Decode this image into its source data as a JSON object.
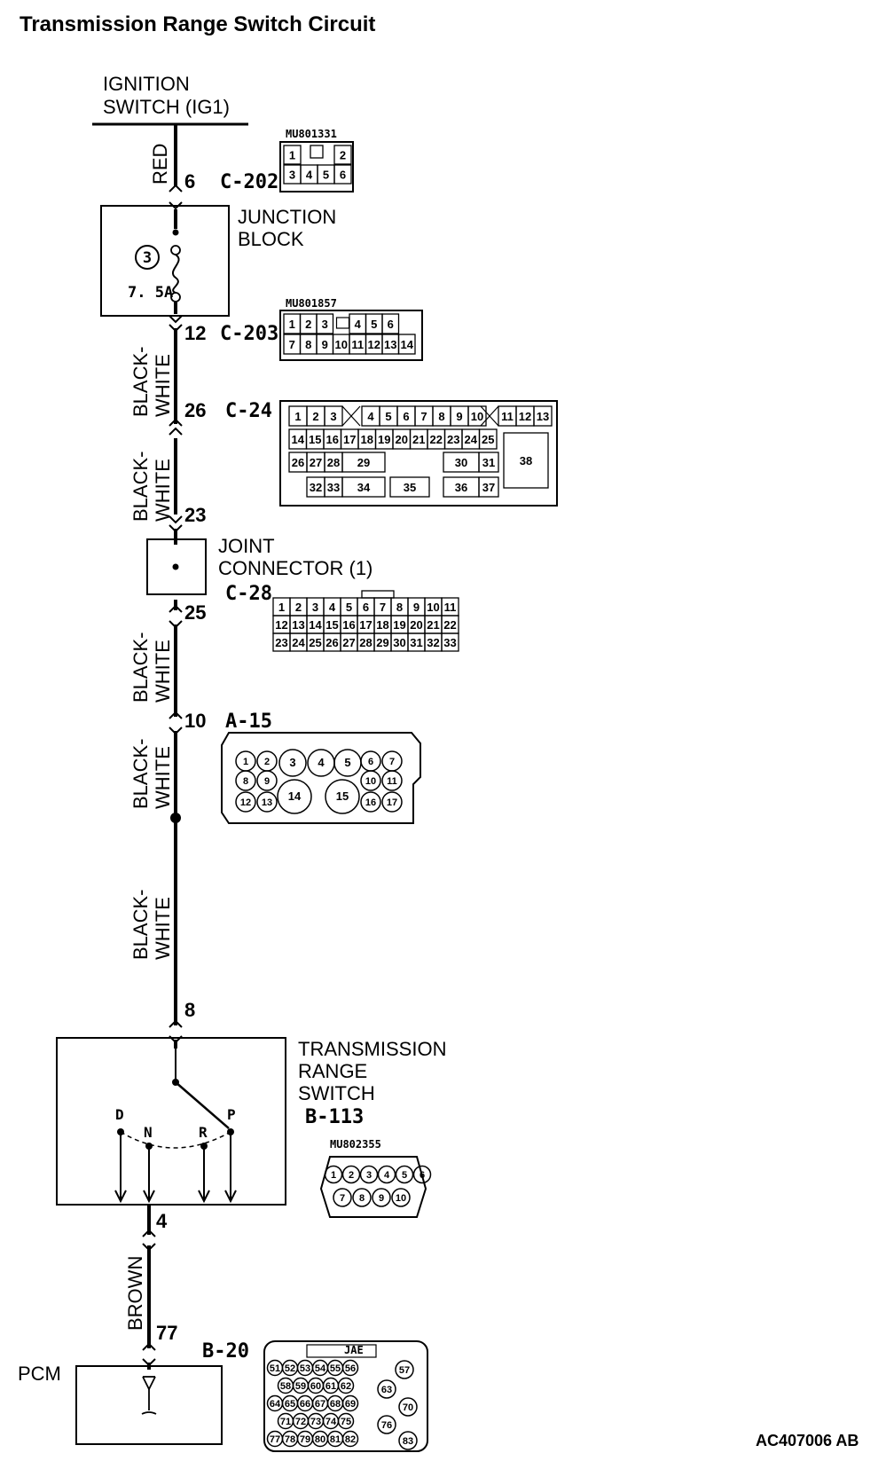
{
  "title": "Transmission Range Switch Circuit",
  "footer_code": "AC407006 AB",
  "power_source": {
    "line1": "IGNITION",
    "line2": "SWITCH (IG1)"
  },
  "junction_block": {
    "line1": "JUNCTION",
    "line2": "BLOCK",
    "fuse_number": "3",
    "fuse_rating": "7. 5A"
  },
  "joint_connector": {
    "line1": "JOINT",
    "line2": "CONNECTOR (1)"
  },
  "trs": {
    "line1": "TRANSMISSION",
    "line2": "RANGE",
    "line3": "SWITCH",
    "positions": {
      "d": "D",
      "n": "N",
      "r": "R",
      "p": "P"
    }
  },
  "pcm": {
    "label": "PCM"
  },
  "wires": {
    "red": "RED",
    "bw_part1": "BLACK-",
    "bw_part2": "WHITE",
    "brown": "BROWN"
  },
  "pins": {
    "c202": "6",
    "c203": "12",
    "c24": "26",
    "c24_b": "23",
    "c28": "25",
    "a15": "10",
    "b113": "8",
    "b113_out": "4",
    "b20": "77"
  },
  "connectors": {
    "c202": {
      "id": "C-202",
      "part": "MU801331",
      "rows": [
        [
          "1",
          "",
          "2"
        ],
        [
          "3",
          "4",
          "5",
          "6"
        ]
      ]
    },
    "c203": {
      "id": "C-203",
      "part": "MU801857",
      "rows": [
        [
          "1",
          "2",
          "3",
          "",
          "4",
          "5",
          "6"
        ],
        [
          "7",
          "8",
          "9",
          "10",
          "11",
          "12",
          "13",
          "14"
        ]
      ]
    },
    "c24": {
      "id": "C-24",
      "row1": [
        "1",
        "2",
        "3",
        "4",
        "5",
        "6",
        "7",
        "8",
        "9",
        "10",
        "11",
        "12",
        "13"
      ],
      "row2": [
        "14",
        "15",
        "16",
        "17",
        "18",
        "19",
        "20",
        "21",
        "22",
        "23",
        "24",
        "25"
      ],
      "row3": [
        "26",
        "27",
        "28",
        "29",
        "30",
        "31"
      ],
      "row4": [
        "32",
        "33",
        "34",
        "35",
        "36",
        "37"
      ],
      "big": "38"
    },
    "c28": {
      "id": "C-28",
      "rows": [
        [
          "1",
          "2",
          "3",
          "4",
          "5",
          "6",
          "7",
          "8",
          "9",
          "10",
          "11"
        ],
        [
          "12",
          "13",
          "14",
          "15",
          "16",
          "17",
          "18",
          "19",
          "20",
          "21",
          "22"
        ],
        [
          "23",
          "24",
          "25",
          "26",
          "27",
          "28",
          "29",
          "30",
          "31",
          "32",
          "33"
        ]
      ]
    },
    "a15": {
      "id": "A-15",
      "pins": [
        "1",
        "2",
        "3",
        "4",
        "5",
        "6",
        "7",
        "8",
        "9",
        "10",
        "11",
        "12",
        "13",
        "14",
        "15",
        "16",
        "17"
      ]
    },
    "b113": {
      "id": "B-113",
      "part": "MU802355",
      "rows": [
        [
          "1",
          "2",
          "3",
          "4",
          "5",
          "6"
        ],
        [
          "7",
          "8",
          "9",
          "10"
        ]
      ]
    },
    "b20": {
      "id": "B-20",
      "tag": "JAE",
      "rows": [
        [
          "51",
          "52",
          "53",
          "54",
          "55",
          "56"
        ],
        [
          "58",
          "59",
          "60",
          "61",
          "62"
        ],
        [
          "64",
          "65",
          "66",
          "67",
          "68",
          "69"
        ],
        [
          "71",
          "72",
          "73",
          "74",
          "75"
        ],
        [
          "77",
          "78",
          "79",
          "80",
          "81",
          "82"
        ]
      ],
      "side": [
        "57",
        "63",
        "70",
        "76",
        "83"
      ]
    }
  }
}
